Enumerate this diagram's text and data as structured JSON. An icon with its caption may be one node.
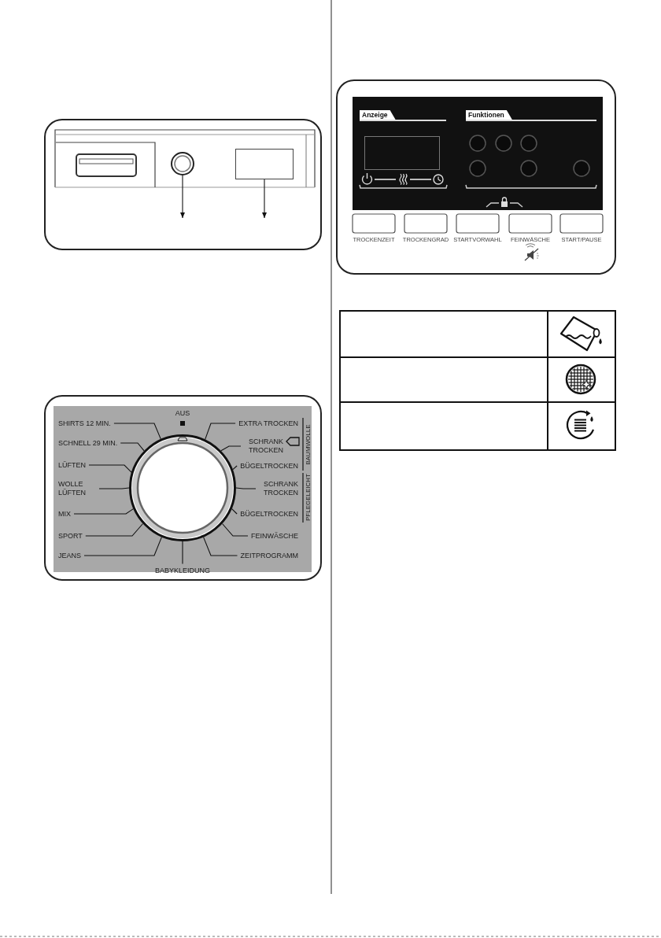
{
  "diagram": {
    "nodes": [
      {
        "text": [],
        "shape": "circle"
      },
      {
        "text": [],
        "shape": "box"
      },
      {
        "text": [],
        "shape": "circle"
      },
      {
        "text": [
          "SHIRTS 12 MIN."
        ]
      },
      {
        "text": [
          "EXTRA TROCKEN"
        ]
      },
      {
        "text": [
          "SCHNELL 29 MIN."
        ]
      },
      {
        "text": [
          "SCHRANK TROCKEN"
        ]
      },
      {
        "text": [
          "LÜFTEN"
        ]
      },
      {
        "text": [
          "BÜGELTROCKEN"
        ]
      },
      {
        "text": [
          "WOLLE LÜFTEN"
        ]
      },
      {
        "text": [
          "SCHRANK TROCKEN"
        ]
      },
      {
        "text": [
          "MIX"
        ]
      },
      {
        "text": [
          "BÜGELTROCKEN"
        ]
      },
      {
        "text": [
          "SPORT"
        ]
      },
      {
        "text": [
          "FEINWÄSCHE"
        ]
      },
      {
        "text": [
          "JEANS"
        ]
      },
      {
        "text": [
          "ZEITPROGRAMM"
        ]
      },
      {
        "text": [
          "BABYKLEIDUNG"
        ]
      },
      {
        "text": [],
        "shape": "box"
      }
    ],
    "edges": [
      {
        "from": 0,
        "to": null,
        "arrow": "to"
      },
      {
        "from": 1,
        "to": null,
        "arrow": "to"
      },
      {
        "from": 3,
        "to": 2,
        "arrow": "none"
      },
      {
        "from": 4,
        "to": 2,
        "arrow": "none"
      },
      {
        "from": 5,
        "to": 2,
        "arrow": "none"
      },
      {
        "from": 6,
        "to": 2,
        "arrow": "none"
      },
      {
        "from": 7,
        "to": 2,
        "arrow": "none"
      },
      {
        "from": 8,
        "to": 2,
        "arrow": "none"
      },
      {
        "from": 9,
        "to": 2,
        "arrow": "none"
      },
      {
        "from": 10,
        "to": 2,
        "arrow": "none"
      },
      {
        "from": 11,
        "to": 2,
        "arrow": "none"
      },
      {
        "from": 12,
        "to": 2,
        "arrow": "none"
      },
      {
        "from": 13,
        "to": 2,
        "arrow": "none"
      },
      {
        "from": 14,
        "to": 2,
        "arrow": "none"
      },
      {
        "from": 15,
        "to": 2,
        "arrow": "none"
      },
      {
        "from": 16,
        "to": 2,
        "arrow": "none"
      },
      {
        "from": 17,
        "to": 2,
        "arrow": "none"
      }
    ],
    "labels": [
      "AUS",
      "BAUMWOLLE",
      "PFLEGELEICHT",
      "Anzeige",
      "Funktionen",
      "TROCKENZEIT",
      "TROCKENGRAD",
      "STARTVORWAHL",
      "FEINWÄSCHE",
      "START/PAUSE"
    ]
  }
}
